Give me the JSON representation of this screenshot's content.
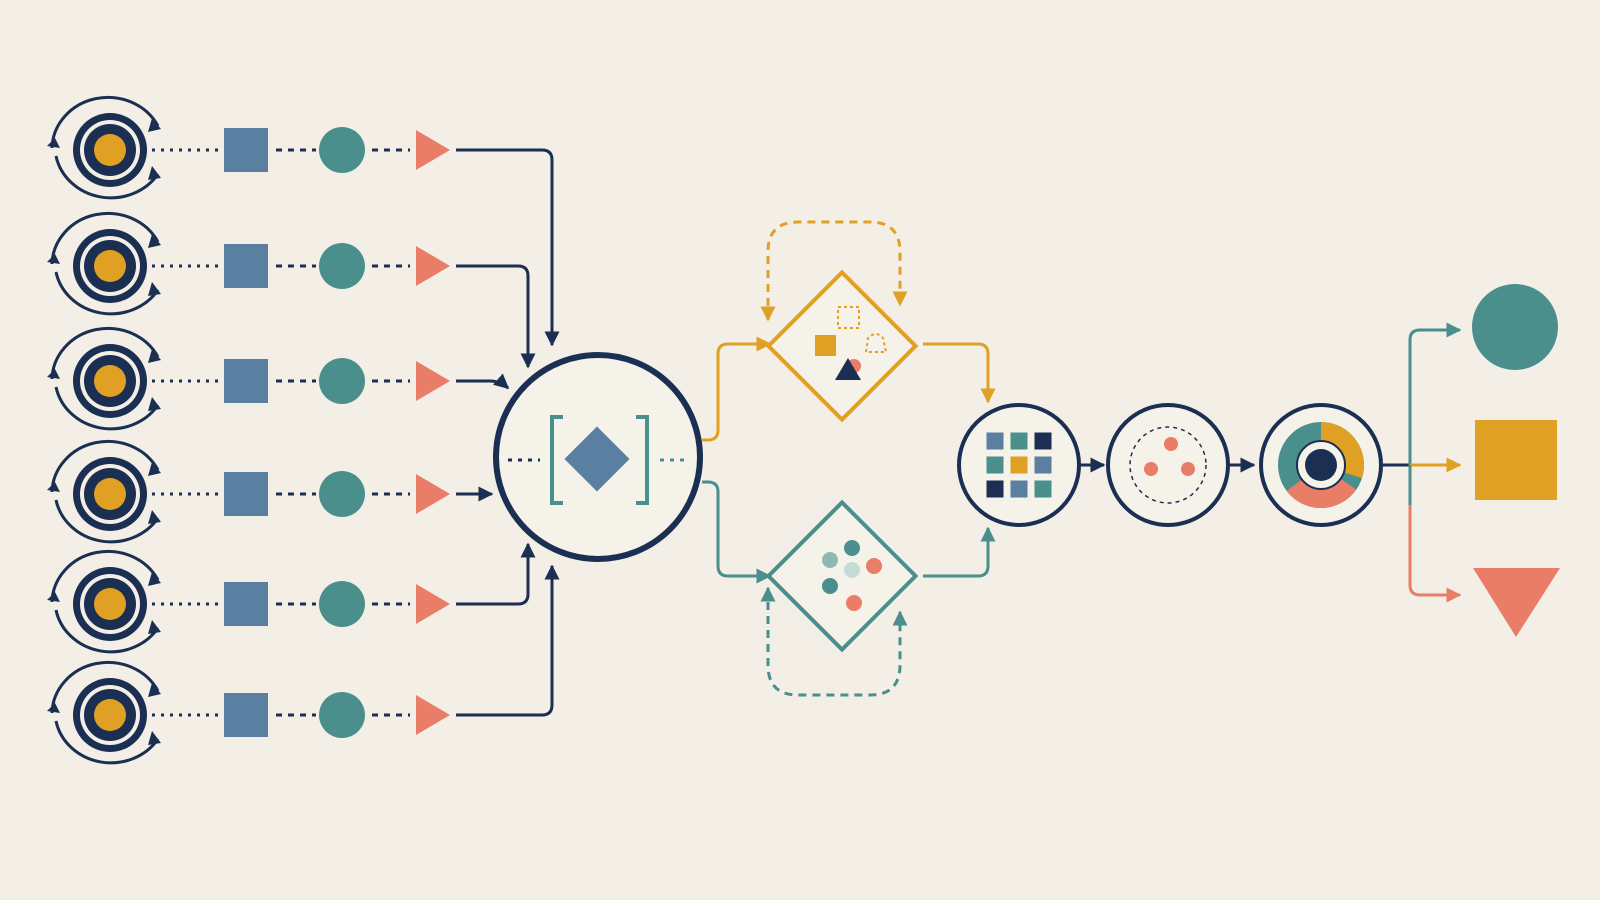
{
  "colors": {
    "background": "#f3efe6",
    "navy": "#1b2f52",
    "amber": "#e0a024",
    "teal": "#4a8f8c",
    "slate_blue": "#5a7fa1",
    "coral": "#ea7d68",
    "light_teal": "#8fb8b0",
    "pale_teal": "#c6dcd6"
  },
  "diagram": {
    "input_row_count": 6,
    "input_row_shapes": [
      "cycle-target-icon",
      "square-icon",
      "circle-icon",
      "triangle-icon"
    ],
    "hub_icon": "bracketed-diamond-icon",
    "upper_branch": {
      "color": "amber",
      "icon": "shapes-mix-icon",
      "feedback_loop": "dashed"
    },
    "lower_branch": {
      "color": "teal",
      "icon": "dot-cluster-icon",
      "feedback_loop": "dashed"
    },
    "pipeline_stages": [
      "grid-icon",
      "dot-cluster-circle-icon",
      "donut-target-icon"
    ],
    "outputs": [
      {
        "shape": "circle-icon",
        "color": "teal"
      },
      {
        "shape": "square-icon",
        "color": "amber"
      },
      {
        "shape": "triangle-down-icon",
        "color": "coral"
      }
    ]
  }
}
